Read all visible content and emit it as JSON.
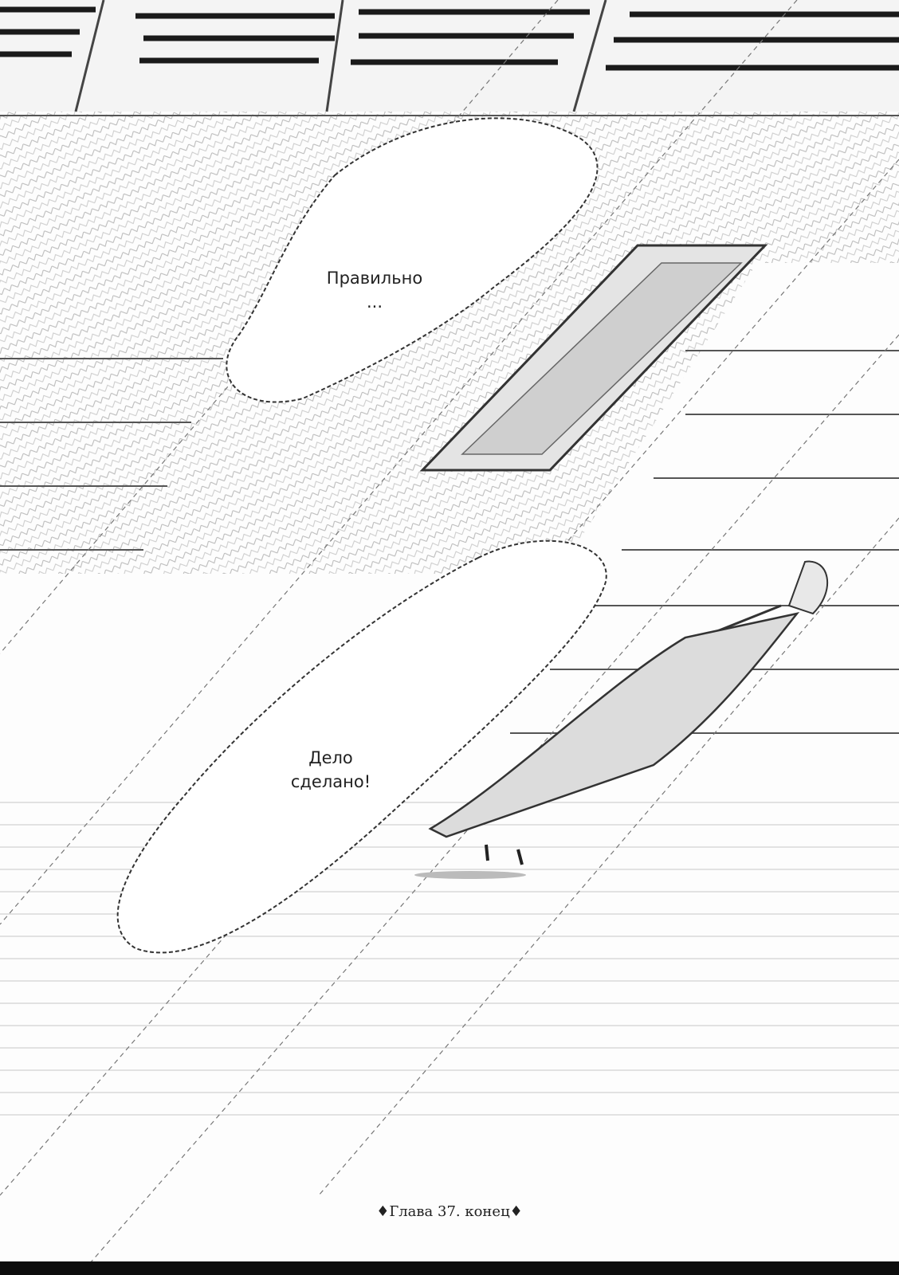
{
  "bubbles": [
    {
      "lines": [
        "Правильно",
        "..."
      ]
    },
    {
      "lines": [
        "Дело",
        "сделано!"
      ]
    }
  ],
  "caption": "♦Глава 37. конец♦",
  "colors": {
    "ink": "#222222",
    "paper": "#fdfdfd",
    "bar": "#0d0d0d"
  }
}
